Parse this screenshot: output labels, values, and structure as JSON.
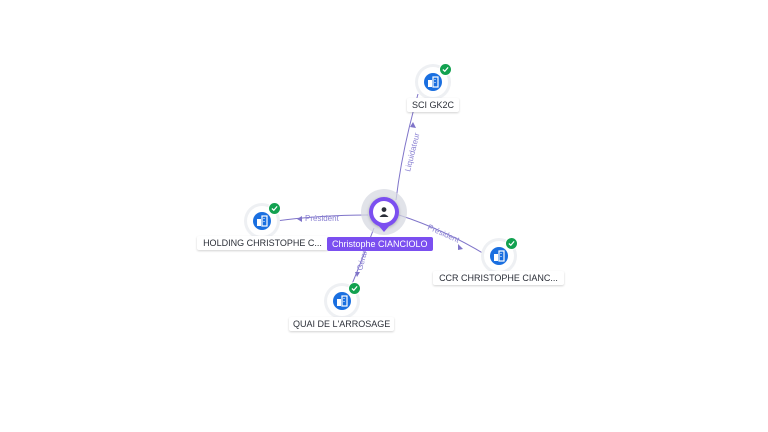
{
  "center": {
    "name": "Christophe CIANCIOLO",
    "icon": "person-icon"
  },
  "companies": [
    {
      "id": "sci-gk2c",
      "name": "SCI GK2C",
      "icon": "building-icon",
      "status": "check-icon"
    },
    {
      "id": "holding",
      "name": "HOLDING CHRISTOPHE C...",
      "icon": "building-icon",
      "status": "check-icon"
    },
    {
      "id": "ccr",
      "name": "CCR CHRISTOPHE CIANC...",
      "icon": "building-icon",
      "status": "check-icon"
    },
    {
      "id": "quai",
      "name": "QUAI DE L'ARROSAGE",
      "icon": "building-icon",
      "status": "check-icon"
    }
  ],
  "edges": [
    {
      "to": "sci-gk2c",
      "label": "Liquidateur"
    },
    {
      "to": "holding",
      "label": "Président"
    },
    {
      "to": "ccr",
      "label": "Président"
    },
    {
      "to": "quai",
      "label": "Gérant"
    }
  ],
  "colors": {
    "edge": "#7f74c9",
    "person": "#7b4ff0",
    "company": "#1a6fe0",
    "status": "#12a150"
  }
}
